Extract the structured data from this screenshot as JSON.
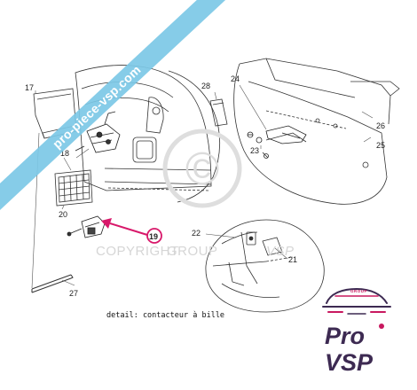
{
  "watermark": {
    "banner_text": "pro-piece-vsp.com",
    "copyright_text": "COPYRIGHT",
    "copyright_symbol": "©",
    "group_text": "GROUP",
    "vsp_text": "VSP"
  },
  "callouts": [
    {
      "id": "c17",
      "label": "17"
    },
    {
      "id": "c18",
      "label": "18"
    },
    {
      "id": "c19",
      "label": "19",
      "highlighted": true
    },
    {
      "id": "c20",
      "label": "20"
    },
    {
      "id": "c21",
      "label": "21"
    },
    {
      "id": "c22",
      "label": "22"
    },
    {
      "id": "c23",
      "label": "23"
    },
    {
      "id": "c24",
      "label": "24"
    },
    {
      "id": "c25",
      "label": "25"
    },
    {
      "id": "c26",
      "label": "26"
    },
    {
      "id": "c27",
      "label": "27"
    },
    {
      "id": "c28",
      "label": "28"
    }
  ],
  "caption": "detail: contacteur à bille",
  "logo": {
    "pro": "Pro",
    "vsp": "VSP",
    "group": "GROUP"
  },
  "colors": {
    "highlight": "#d8186a",
    "banner": "#7cc8e6",
    "line": "#333333",
    "logo_primary": "#3d2a52",
    "logo_accent": "#c8185f"
  }
}
